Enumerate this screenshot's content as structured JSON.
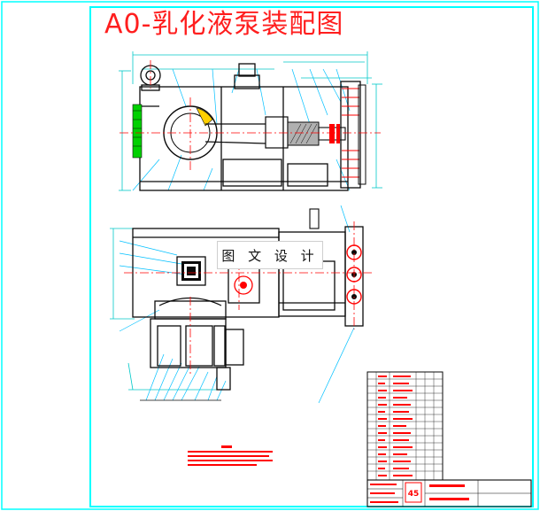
{
  "drawing": {
    "title": "A0-乳化液泵装配图",
    "watermark_text": "图 文 设 计",
    "title_block_number": "45"
  },
  "colors": {
    "frame": "#00ffff",
    "outline": "#0a0a0a",
    "dimension": "#00c8c8",
    "leader": "#00c0ff",
    "centerline": "#ff0000",
    "title": "#ff1e1e",
    "hatch": "#ffd000",
    "highlight": "#00d000"
  }
}
